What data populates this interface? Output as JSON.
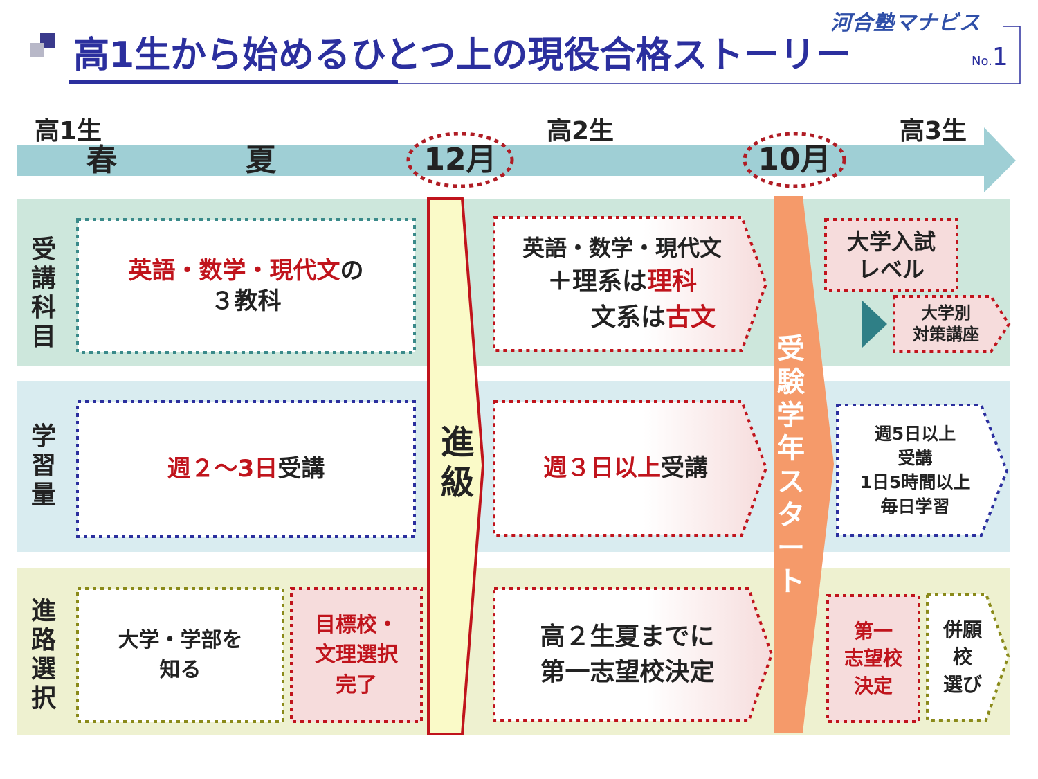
{
  "header": {
    "brand": "河合塾マナビス",
    "title": "高1生から始めるひとつ上の現役合格ストーリー",
    "page_prefix": "No.",
    "page_number": "1"
  },
  "timeline": {
    "grade1": "高1生",
    "grade2": "高2生",
    "grade3": "高3生",
    "spring": "春",
    "summer": "夏",
    "month_dec": "12月",
    "month_oct": "10月"
  },
  "bands": {
    "promotion": [
      "進",
      "級"
    ],
    "exam_start": [
      "受",
      "験",
      "学",
      "年",
      "ス",
      "タ",
      "ー",
      "ト"
    ]
  },
  "rows": [
    {
      "label": [
        "受",
        "講",
        "科",
        "目"
      ]
    },
    {
      "label": [
        "学",
        "習",
        "量"
      ]
    },
    {
      "label": [
        "進",
        "路",
        "選",
        "択"
      ]
    }
  ],
  "subjects": {
    "g1": {
      "red": "英語・数学・現代文",
      "black": "の",
      "line2": "３教科"
    },
    "g2": {
      "line1": "英語・数学・現代文",
      "line2_a": "＋理系は",
      "line2_b": "理科",
      "line3_a": "文系は",
      "line3_b": "古文"
    },
    "g3_a": [
      "大学入試",
      "レベル"
    ],
    "g3_b": [
      "大学別",
      "対策講座"
    ]
  },
  "amount": {
    "g1": {
      "red": "週２〜3日",
      "black": " 受講"
    },
    "g2": {
      "red": "週３日以上",
      "black": " 受講"
    },
    "g3": [
      "週5日以上",
      "受講",
      "1日5時間以上",
      "毎日学習"
    ]
  },
  "path": {
    "g1_a": [
      "大学・学部を",
      "知る"
    ],
    "g1_b": [
      "目標校・",
      "文理選択",
      "完了"
    ],
    "g2": [
      "高２生夏までに",
      "第一志望校決定"
    ],
    "g3_a": [
      "第一",
      "志望校",
      "決定"
    ],
    "g3_b": [
      "併願",
      "校",
      "選び"
    ]
  },
  "colors": {
    "title_blue": "#2b2f9e",
    "timeline": "#9fcfd5",
    "row1_bg": "#cde7dc",
    "row2_bg": "#d9ecf0",
    "row3_bg": "#eef1d0",
    "promotion_fill": "#fafac8",
    "promotion_stroke": "#c0141c",
    "exam_band": "#f59a6a",
    "red_text": "#c0141c"
  }
}
